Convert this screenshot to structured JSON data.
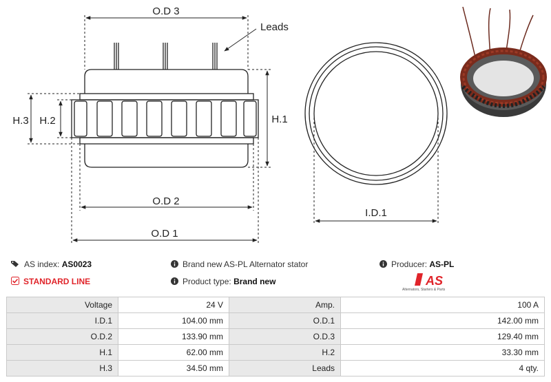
{
  "diagram": {
    "labels": {
      "od3": "O.D 3",
      "leads": "Leads",
      "h3": "H.3",
      "h2": "H.2",
      "h1": "H.1",
      "od2": "O.D 2",
      "od1": "O.D 1",
      "id1": "I.D.1"
    }
  },
  "info": {
    "as_index_label": "AS index:",
    "as_index_value": "AS0023",
    "line": "STANDARD LINE",
    "description": "Brand new AS-PL Alternator stator",
    "product_type_label": "Product type:",
    "product_type_value": "Brand new",
    "producer_label": "Producer:",
    "producer_value": "AS-PL",
    "brand_logo": "AS",
    "brand_tagline": "Alternators, Starters & Parts"
  },
  "specs": [
    {
      "l1": "Voltage",
      "v1": "24 V",
      "l2": "Amp.",
      "v2": "100 A"
    },
    {
      "l1": "I.D.1",
      "v1": "104.00 mm",
      "l2": "O.D.1",
      "v2": "142.00 mm"
    },
    {
      "l1": "O.D.2",
      "v1": "133.90 mm",
      "l2": "O.D.3",
      "v2": "129.40 mm"
    },
    {
      "l1": "H.1",
      "v1": "62.00 mm",
      "l2": "H.2",
      "v2": "33.30 mm"
    },
    {
      "l1": "H.3",
      "v1": "34.50 mm",
      "l2": "Leads",
      "v2": "4 qty."
    }
  ],
  "colors": {
    "accent": "#e0242a",
    "table_label_bg": "#e9e9e9",
    "table_border": "#c9c9c9"
  }
}
